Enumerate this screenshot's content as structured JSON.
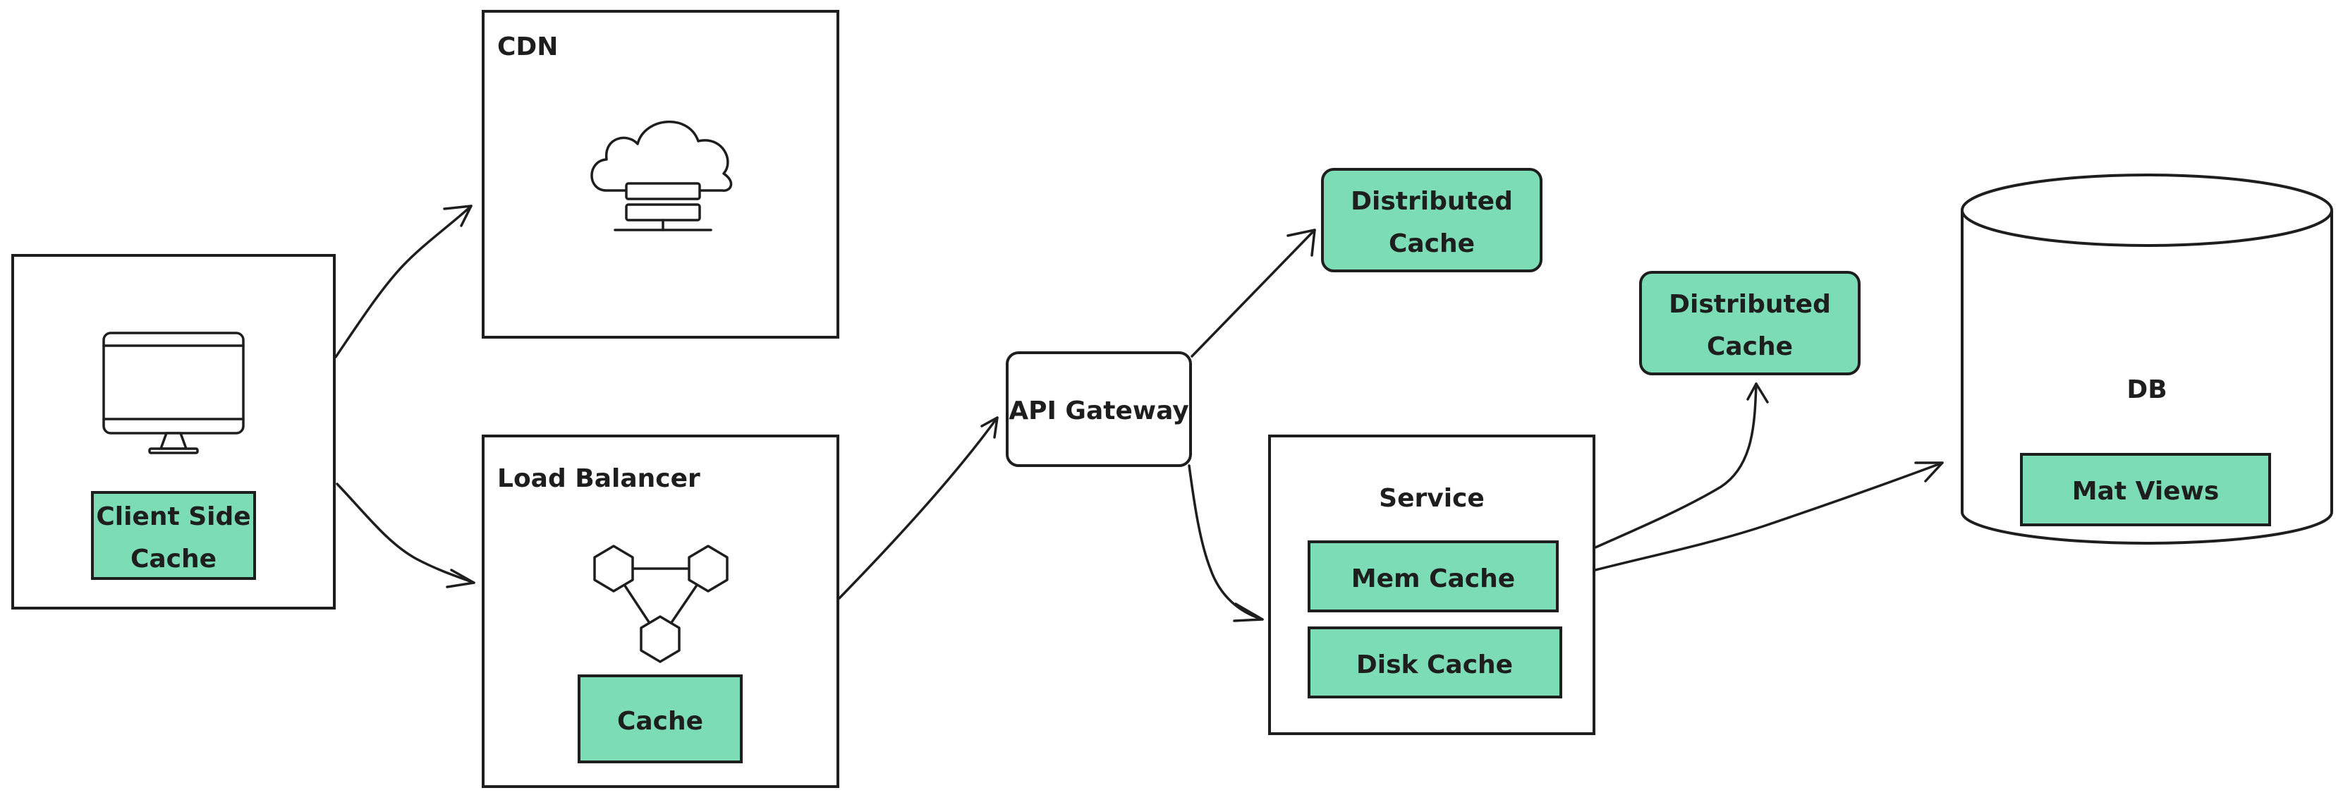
{
  "colors": {
    "cache_fill": "#7bdcb5",
    "stroke": "#1e1e1e",
    "background": "#ffffff"
  },
  "nodes": {
    "client": {
      "icon": "monitor-icon",
      "cache_line1": "Client Side",
      "cache_line2": "Cache"
    },
    "cdn": {
      "title": "CDN",
      "icon": "cloud-server-icon"
    },
    "load_balancer": {
      "title": "Load Balancer",
      "icon": "hexagon-network-icon",
      "cache": "Cache"
    },
    "api_gateway": {
      "label": "API Gateway"
    },
    "distributed_cache_1": {
      "line1": "Distributed",
      "line2": "Cache"
    },
    "service": {
      "title": "Service",
      "mem_cache": "Mem Cache",
      "disk_cache": "Disk Cache"
    },
    "distributed_cache_2": {
      "line1": "Distributed",
      "line2": "Cache"
    },
    "db": {
      "title": "DB",
      "mat_views": "Mat Views"
    }
  },
  "edges": [
    {
      "from": "client",
      "to": "cdn"
    },
    {
      "from": "client",
      "to": "load_balancer"
    },
    {
      "from": "load_balancer",
      "to": "api_gateway"
    },
    {
      "from": "api_gateway",
      "to": "distributed_cache_1"
    },
    {
      "from": "api_gateway",
      "to": "service"
    },
    {
      "from": "service",
      "to": "distributed_cache_2"
    },
    {
      "from": "service",
      "to": "db"
    }
  ]
}
